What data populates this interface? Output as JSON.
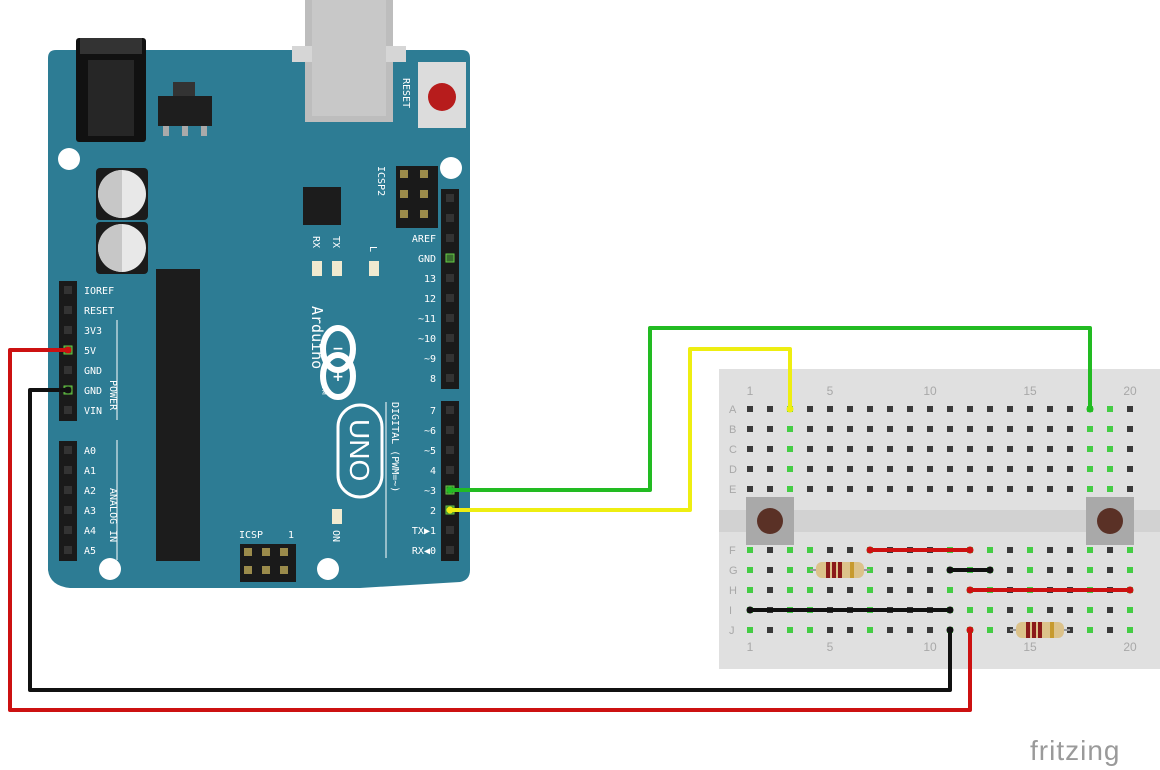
{
  "board": {
    "model": "UNO",
    "brand": "Arduino",
    "trademark": "TM",
    "reset_label": "RESET",
    "icsp_label": "ICSP",
    "icsp2_label": "ICSP2",
    "icsp_pin1": "1",
    "led_labels": {
      "l": "L",
      "tx": "TX",
      "rx": "RX",
      "on": "ON"
    },
    "section_labels": {
      "power": "POWER",
      "analog": "ANALOG IN",
      "digital": "DIGITAL (PWM=~)"
    },
    "power_header": [
      "IOREF",
      "RESET",
      "3V3",
      "5V",
      "GND",
      "GND",
      "VIN"
    ],
    "analog_header": [
      "A0",
      "A1",
      "A2",
      "A3",
      "A4",
      "A5"
    ],
    "digital_top_header": [
      "AREF",
      "GND",
      "13",
      "12",
      "~11",
      "~10",
      "~9",
      "8"
    ],
    "digital_bottom_header": [
      "7",
      "~6",
      "~5",
      "4",
      "~3",
      "2",
      "TX▶1",
      "RX◀0"
    ]
  },
  "breadboard": {
    "rows_top": [
      "A",
      "B",
      "C",
      "D",
      "E"
    ],
    "rows_bottom": [
      "F",
      "G",
      "H",
      "I",
      "J"
    ],
    "column_numbers": [
      "1",
      "5",
      "10",
      "15",
      "20"
    ]
  },
  "components": [
    {
      "type": "pushbutton",
      "name": "button-left"
    },
    {
      "type": "pushbutton",
      "name": "button-right"
    },
    {
      "type": "resistor",
      "name": "resistor-left"
    },
    {
      "type": "resistor",
      "name": "resistor-right"
    }
  ],
  "wire_colors": {
    "power": "#cc1111",
    "ground": "#111111",
    "signal_pin3": "#22bb22",
    "signal_pin2": "#eeee11"
  },
  "board_color": "#2d7c94",
  "credit": "fritzing"
}
